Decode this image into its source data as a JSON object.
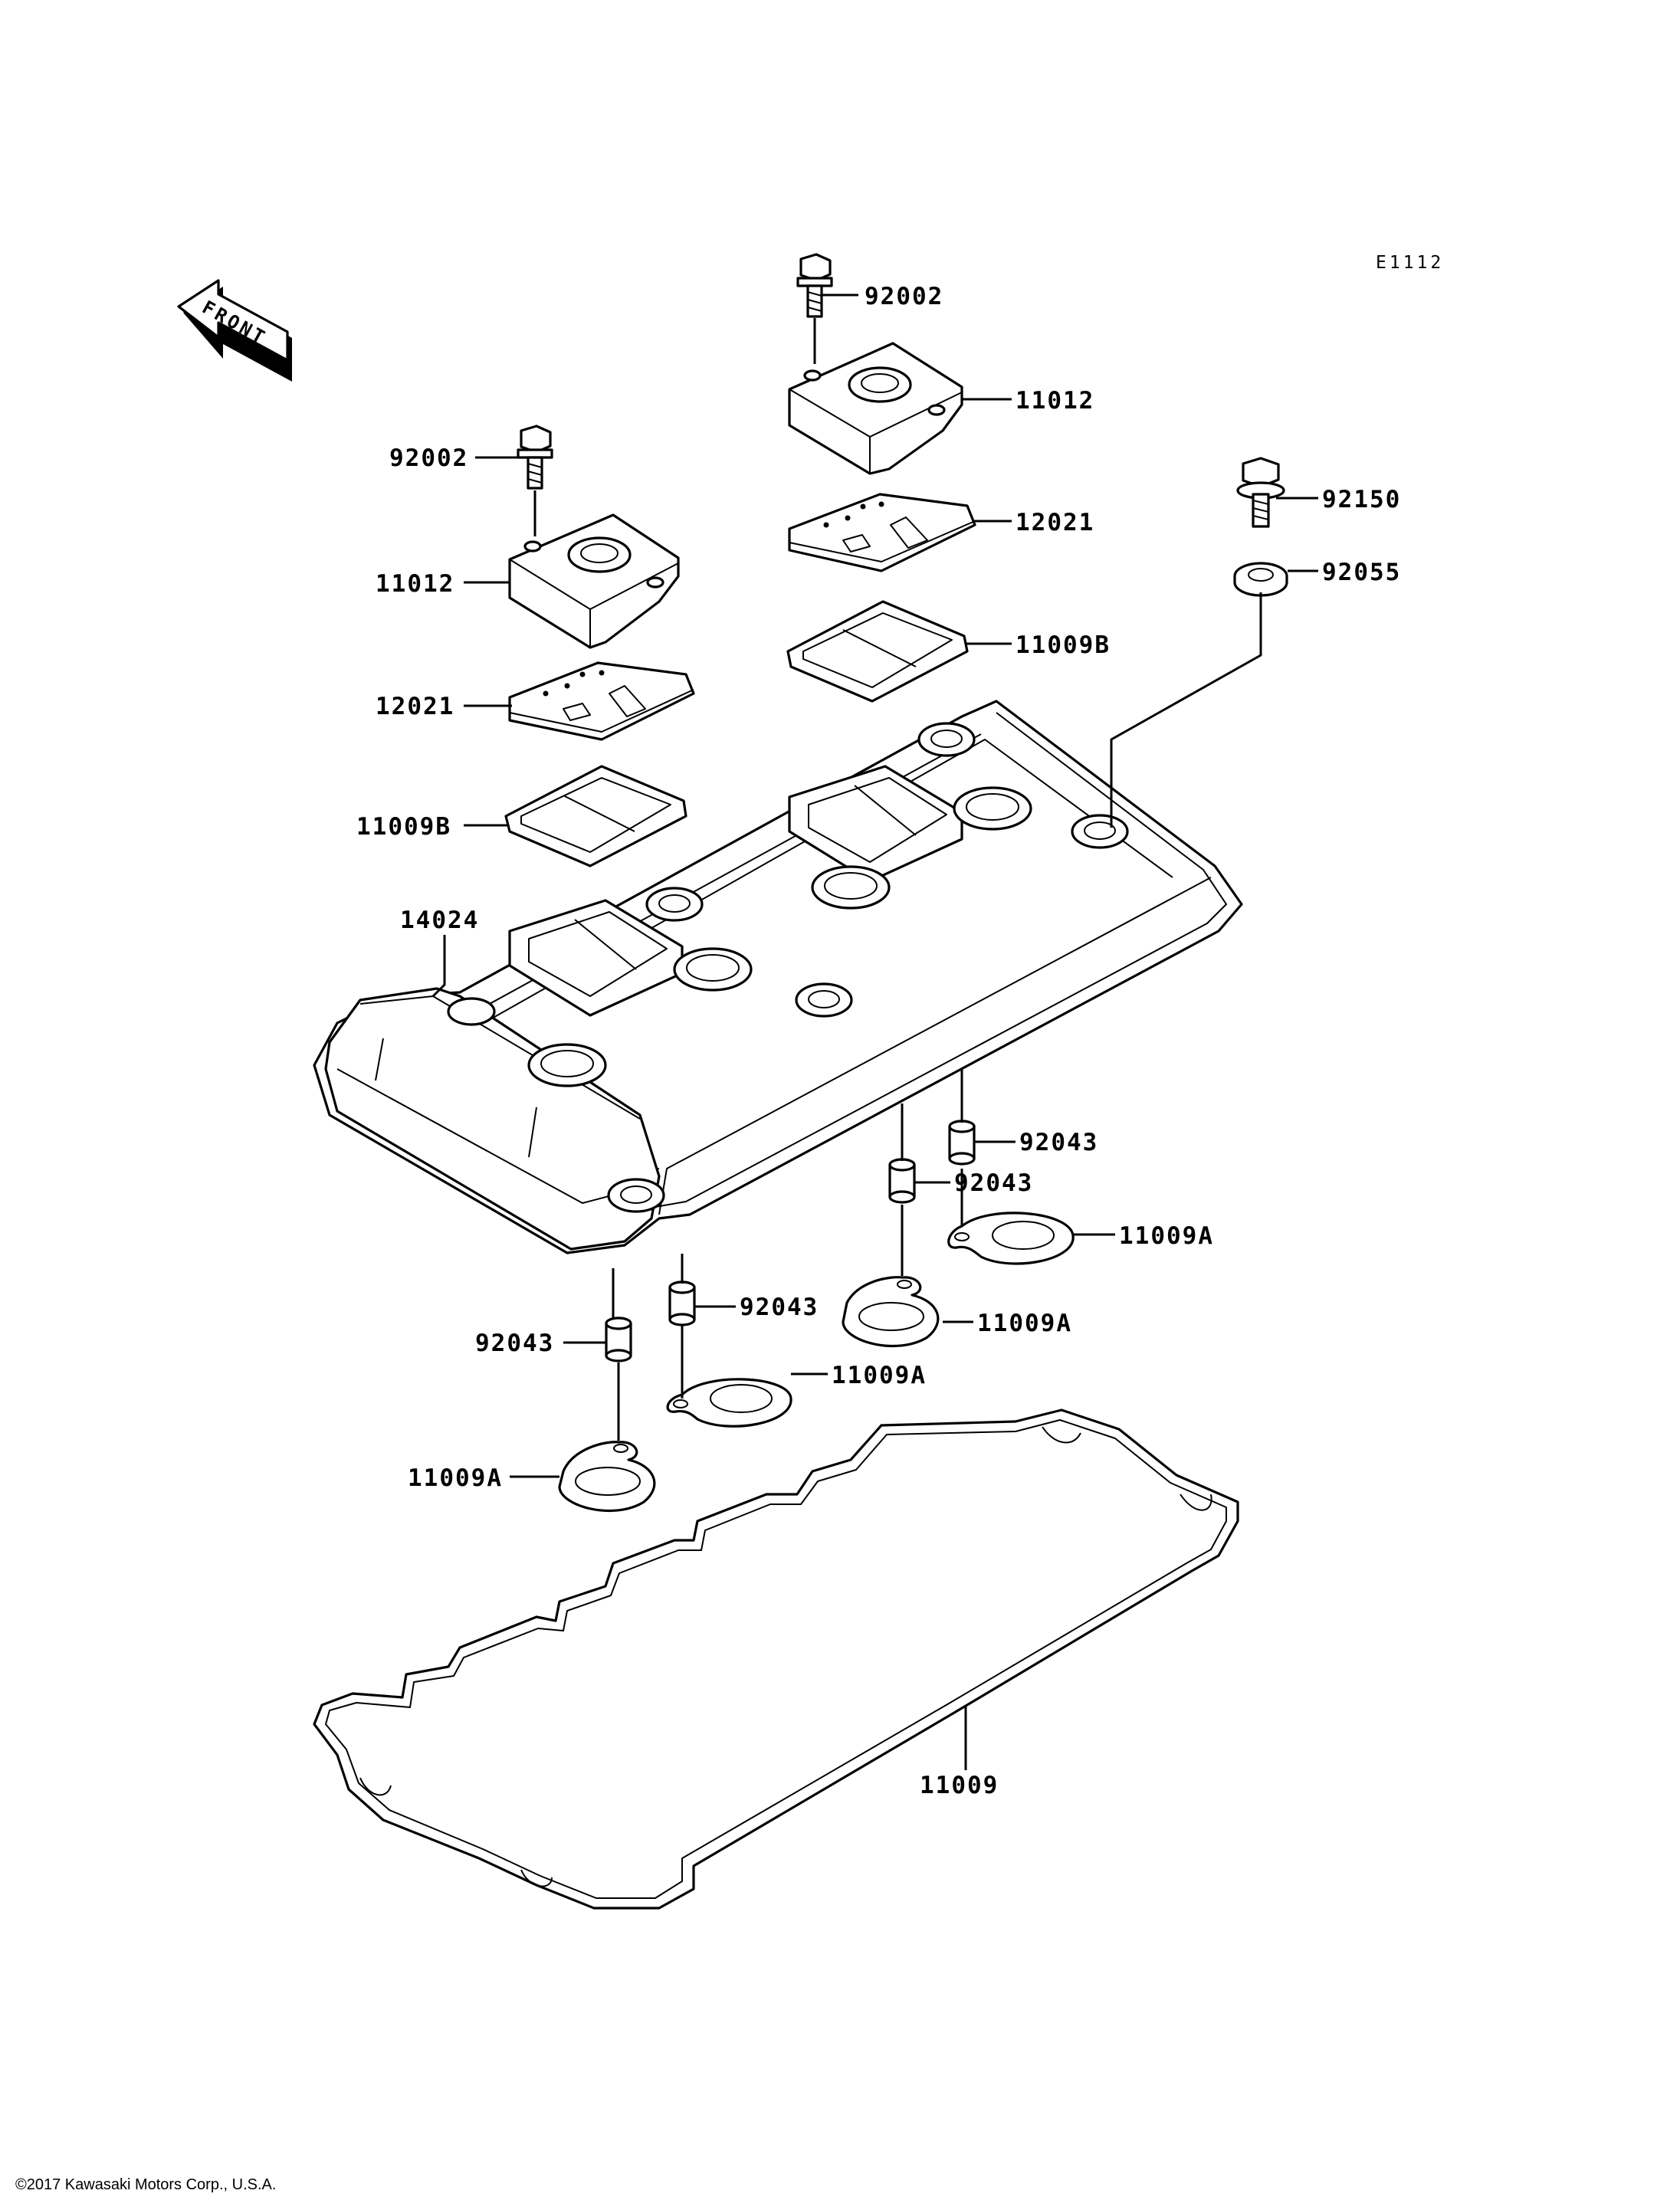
{
  "diagram_code": "E1112",
  "front_label": "FRONT",
  "copyright": "©2017 Kawasaki Motors Corp., U.S.A.",
  "parts": {
    "bolt_right": "92002",
    "cover_right": "11012",
    "plate_right": "12021",
    "gasket_b_right": "11009B",
    "bolt_left": "92002",
    "cover_left": "11012",
    "plate_left": "12021",
    "gasket_b_left": "11009B",
    "bolt_flange": "92150",
    "washer": "92055",
    "head_cover": "14024",
    "dowel_1": "92043",
    "dowel_2": "92043",
    "dowel_3": "92043",
    "dowel_4": "92043",
    "gasket_a_1": "11009A",
    "gasket_a_2": "11009A",
    "gasket_a_3": "11009A",
    "gasket_a_4": "11009A",
    "gasket_main": "11009"
  }
}
